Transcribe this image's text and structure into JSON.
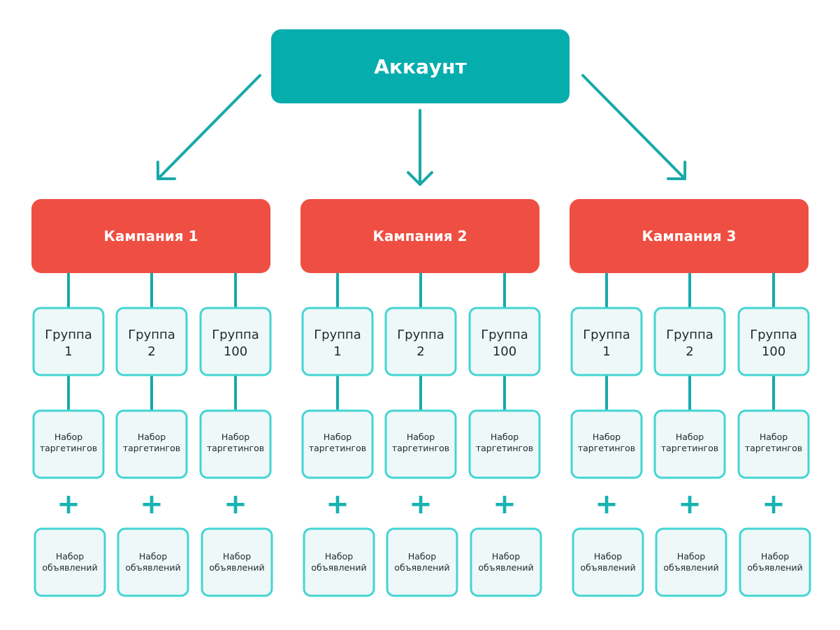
{
  "colors": {
    "account": "#06adad",
    "campaign": "#ef4e42",
    "connector": "#17a9a9",
    "node_border": "#44d4d4",
    "node_fill": "#eef8f8",
    "plus": "#16b3b3",
    "text_dark": "#1f2a30"
  },
  "account": {
    "label": "Аккаунт"
  },
  "campaigns": [
    {
      "label": "Кампания 1",
      "groups": [
        {
          "line1": "Группа",
          "line2": "1",
          "targeting": [
            "Набор",
            "таргетингов"
          ],
          "plus": "+",
          "ads": [
            "Набор",
            "объявлений"
          ]
        },
        {
          "line1": "Группа",
          "line2": "2",
          "targeting": [
            "Набор",
            "таргетингов"
          ],
          "plus": "+",
          "ads": [
            "Набор",
            "объявлений"
          ]
        },
        {
          "line1": "Группа",
          "line2": "100",
          "targeting": [
            "Набор",
            "таргетингов"
          ],
          "plus": "+",
          "ads": [
            "Набор",
            "объявлений"
          ]
        }
      ]
    },
    {
      "label": "Кампания 2",
      "groups": [
        {
          "line1": "Группа",
          "line2": "1",
          "targeting": [
            "Набор",
            "таргетингов"
          ],
          "plus": "+",
          "ads": [
            "Набор",
            "объявлений"
          ]
        },
        {
          "line1": "Группа",
          "line2": "2",
          "targeting": [
            "Набор",
            "таргетингов"
          ],
          "plus": "+",
          "ads": [
            "Набор",
            "объявлений"
          ]
        },
        {
          "line1": "Группа",
          "line2": "100",
          "targeting": [
            "Набор",
            "таргетингов"
          ],
          "plus": "+",
          "ads": [
            "Набор",
            "объявлений"
          ]
        }
      ]
    },
    {
      "label": "Кампания 3",
      "groups": [
        {
          "line1": "Группа",
          "line2": "1",
          "targeting": [
            "Набор",
            "таргетингов"
          ],
          "plus": "+",
          "ads": [
            "Набор",
            "объявлений"
          ]
        },
        {
          "line1": "Группа",
          "line2": "2",
          "targeting": [
            "Набор",
            "таргетингов"
          ],
          "plus": "+",
          "ads": [
            "Набор",
            "объявлений"
          ]
        },
        {
          "line1": "Группа",
          "line2": "100",
          "targeting": [
            "Набор",
            "таргетингов"
          ],
          "plus": "+",
          "ads": [
            "Набор",
            "объявлений"
          ]
        }
      ]
    }
  ]
}
